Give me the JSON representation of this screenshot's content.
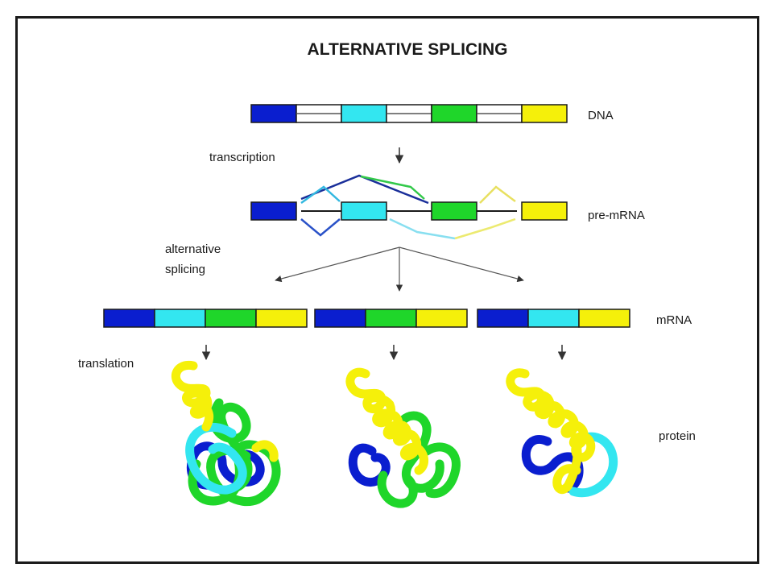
{
  "title": "ALTERNATIVE SPLICING",
  "labels": {
    "dna": "DNA",
    "transcription": "transcription",
    "pre_mrna": "pre-mRNA",
    "alt_splicing_line1": "alternative",
    "alt_splicing_line2": "splicing",
    "mrna": "mRNA",
    "translation": "translation",
    "protein": "protein"
  },
  "colors": {
    "exon1": "#0a1ecf",
    "exon2": "#33e6f0",
    "exon3": "#1fd62a",
    "exon4": "#f5f00a",
    "intron": "#ffffff",
    "outline": "#1a1a1a"
  },
  "dna_segments": [
    "exon1",
    "intron",
    "exon2",
    "intron",
    "exon3",
    "intron",
    "exon4"
  ],
  "mrna_variants": [
    [
      "exon1",
      "exon2",
      "exon3",
      "exon4"
    ],
    [
      "exon1",
      "exon3",
      "exon4"
    ],
    [
      "exon1",
      "exon2",
      "exon4"
    ]
  ]
}
